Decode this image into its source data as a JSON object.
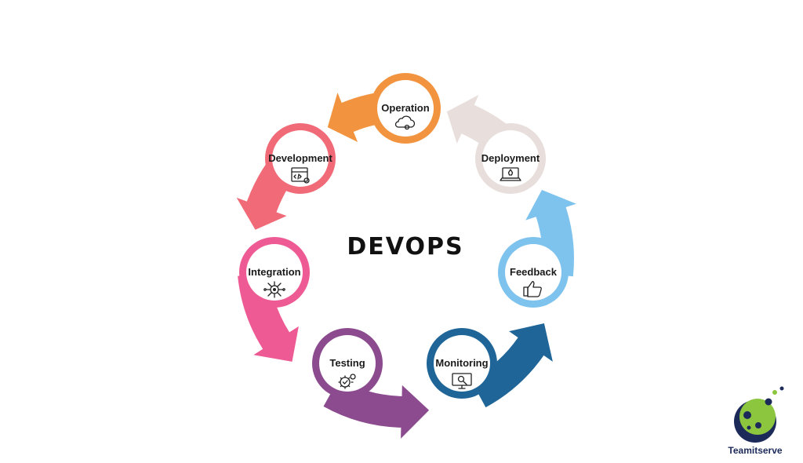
{
  "title": "DEVOPS",
  "stages": [
    {
      "label": "Operation",
      "color": "#f2943f",
      "icon": "cloud-gear-icon"
    },
    {
      "label": "Deployment",
      "color": "#e8dedb",
      "icon": "laptop-rocket-icon"
    },
    {
      "label": "Feedback",
      "color": "#7ec3ee",
      "icon": "thumbs-up-icon"
    },
    {
      "label": "Monitoring",
      "color": "#1f6598",
      "icon": "monitor-search-icon"
    },
    {
      "label": "Testing",
      "color": "#8b4b8e",
      "icon": "gear-check-icon"
    },
    {
      "label": "Integration",
      "color": "#ee5a93",
      "icon": "circuit-chip-icon"
    },
    {
      "label": "Development",
      "color": "#f06b77",
      "icon": "code-browser-icon"
    }
  ],
  "brand": {
    "name": "Teamitserve",
    "colors": {
      "navy": "#1c2a5a",
      "green": "#8cc63f"
    }
  }
}
